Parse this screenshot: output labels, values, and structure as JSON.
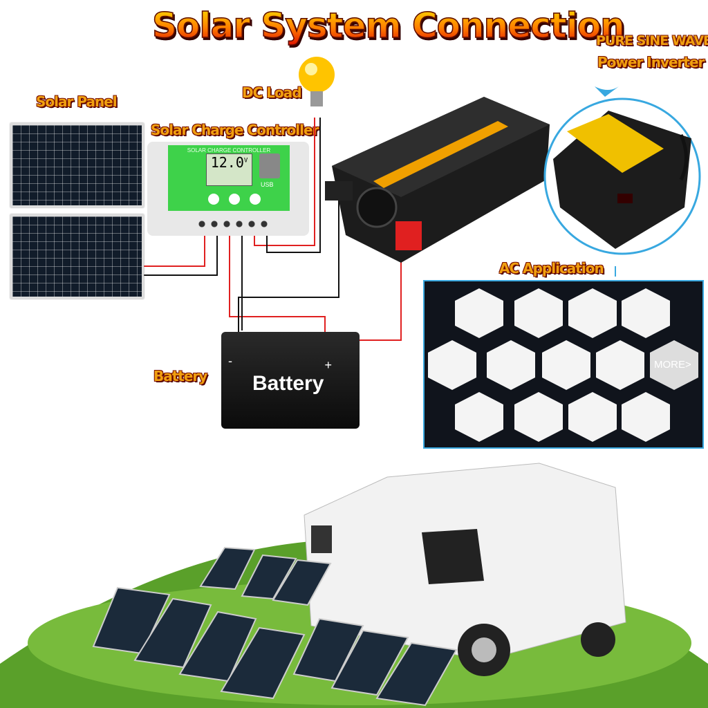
{
  "title": "Solar  System Connection",
  "labels": {
    "solar_panel": "Solar Panel",
    "charge_controller": "Solar Charge Controller",
    "dc_load": "DC Load",
    "inverter_line1": "PURE SINE WAVE",
    "inverter_line2": "Power  Inverter",
    "ac_application": "AC Application",
    "battery": "Battery"
  },
  "controller": {
    "header": "SOLAR CHARGE CONTROLLER",
    "display": "12.0",
    "unit": "V",
    "usb": "USB"
  },
  "battery_device": {
    "label": "Battery",
    "plus": "+",
    "minus": "-"
  },
  "ac_grid": {
    "more": "MORE>"
  },
  "colors": {
    "wire_positive": "#e02020",
    "wire_negative": "#111111",
    "accent_blue": "#38a8e0",
    "controller_green": "#3ed24a"
  }
}
